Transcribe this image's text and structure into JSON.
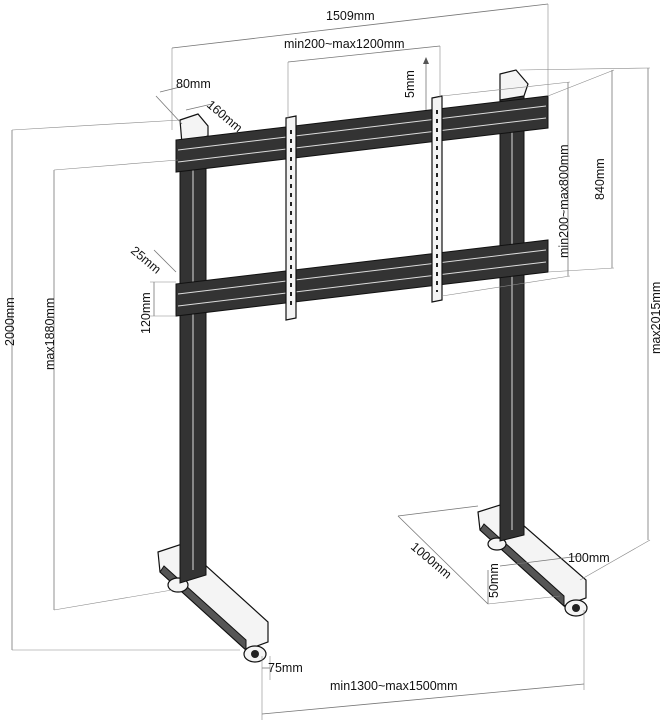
{
  "dimensions": {
    "overall_width": "1509mm",
    "vesa_horizontal": "min200~max1200mm",
    "bracket_depth": "80mm",
    "bracket_width": "160mm",
    "vertical_adjust": "5mm",
    "vesa_vertical": "min200~max800mm",
    "rail_spacing": "840mm",
    "arm_height": "25mm",
    "rail_height": "120mm",
    "max_height": "max2015mm",
    "total_height": "2000mm",
    "max_center": "max1880mm",
    "base_depth": "1000mm",
    "foot_width": "100mm",
    "foot_height": "50mm",
    "wheel_offset": "75mm",
    "base_span": "min1300~max1500mm"
  }
}
